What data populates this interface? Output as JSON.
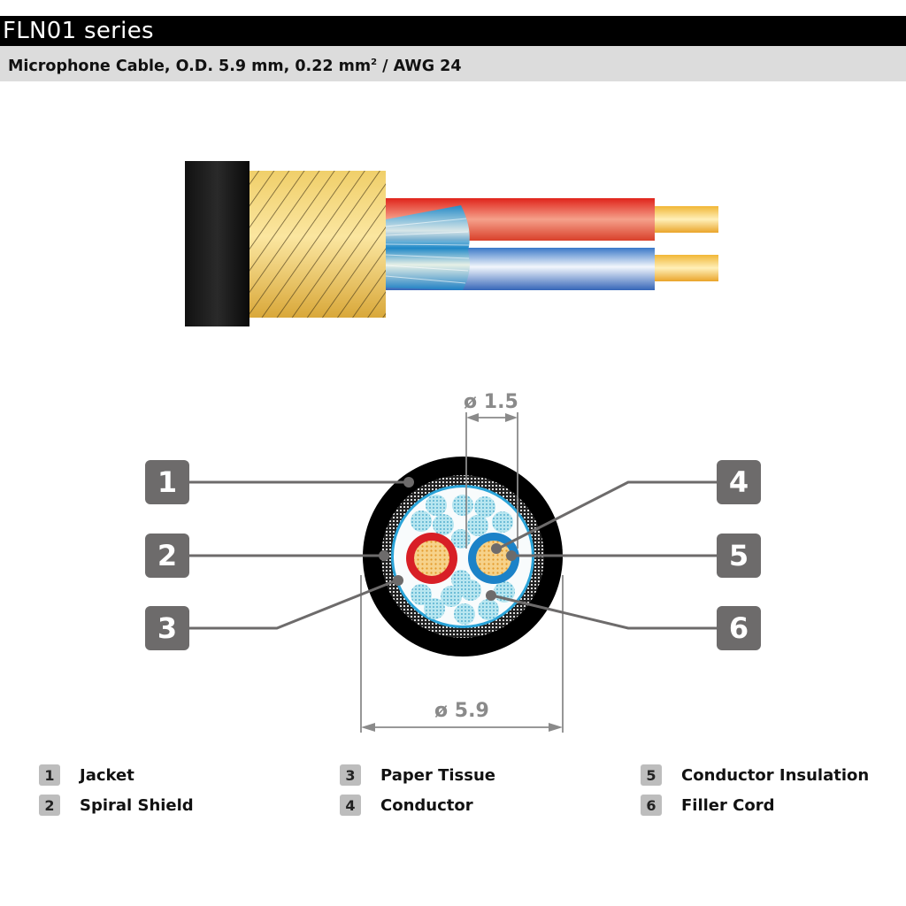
{
  "header": {
    "title": "FLN01 series",
    "subtitle_main": "Microphone Cable, O.D. 5.9 mm, 0.22 mm",
    "subtitle_sup": "2",
    "subtitle_tail": " / AWG 24"
  },
  "cross_section": {
    "dimension_inner": "ø 1.5",
    "dimension_outer": "ø 5.9",
    "callouts": [
      {
        "number": "1",
        "side": "left"
      },
      {
        "number": "2",
        "side": "left"
      },
      {
        "number": "3",
        "side": "left"
      },
      {
        "number": "4",
        "side": "right"
      },
      {
        "number": "5",
        "side": "right"
      },
      {
        "number": "6",
        "side": "right"
      }
    ]
  },
  "legend": [
    {
      "number": "1",
      "label": "Jacket"
    },
    {
      "number": "2",
      "label": "Spiral Shield"
    },
    {
      "number": "3",
      "label": "Paper Tissue"
    },
    {
      "number": "4",
      "label": "Conductor"
    },
    {
      "number": "5",
      "label": "Conductor Insulation"
    },
    {
      "number": "6",
      "label": "Filler Cord"
    }
  ],
  "colors": {
    "jacket": "#000000",
    "shield": "#e8c25a",
    "insulation_red": "#d8231f",
    "insulation_blue": "#1e7fc6",
    "conductor": "#f2b53a",
    "filler": "#8fd6e8",
    "callout_bg": "#6d6b6b",
    "legend_badge": "#bdbdbd",
    "dimension": "#8a8a8a"
  }
}
